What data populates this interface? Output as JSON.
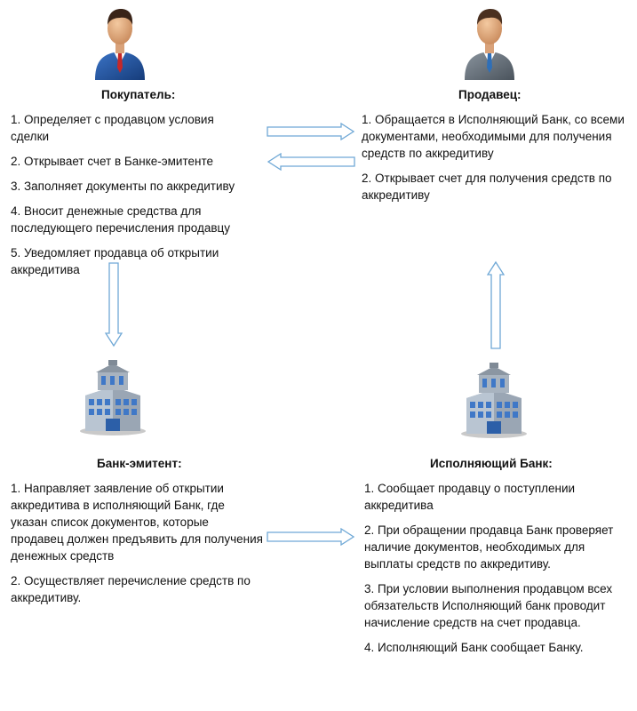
{
  "buyer": {
    "title": "Покупатель:",
    "icon": "businessman-icon",
    "steps": [
      "1.    Определяет с продавцом условия сделки",
      "2.    Открывает счет в Банке-эмитенте",
      "3.    Заполняет документы по аккредитиву",
      "4.    Вносит денежные средства для последующего перечисления продавцу",
      "5.    Уведомляет продавца об открытии аккредитива"
    ]
  },
  "seller": {
    "title": "Продавец:",
    "icon": "businessman-icon",
    "steps": [
      "1.   Обращается в Исполняющий Банк, со всеми документами, необходимыми для получения средств по аккредитиву",
      "2.   Открывает счет для получения средств по аккредитиву"
    ]
  },
  "issuing_bank": {
    "title": "Банк-эмитент:",
    "icon": "bank-building-icon",
    "steps": [
      "1.    Направляет заявление об открытии аккредитива в исполняющий Банк, где указан список документов, которые продавец должен предъявить для получения денежных средств",
      "2.    Осуществляет перечисление средств по аккредитиву."
    ]
  },
  "executing_bank": {
    "title": "Исполняющий  Банк:",
    "icon": "bank-building-icon",
    "steps": [
      "1.    Сообщает продавцу о поступлении аккредитива",
      "2.    При обращении продавца Банк проверяет наличие документов, необходимых для выплаты средств по аккредитиву.",
      "3.     При условии выполнения продавцом всех обязательств Исполняющий банк проводит начисление средств на счет продавца.",
      "4.    Исполняющий Банк сообщает Банку."
    ]
  },
  "colors": {
    "arrow_stroke": "#6fa8d6",
    "arrow_fill": "#ffffff",
    "suit_buyer": "#1e4f9c",
    "suit_seller": "#606a74"
  }
}
